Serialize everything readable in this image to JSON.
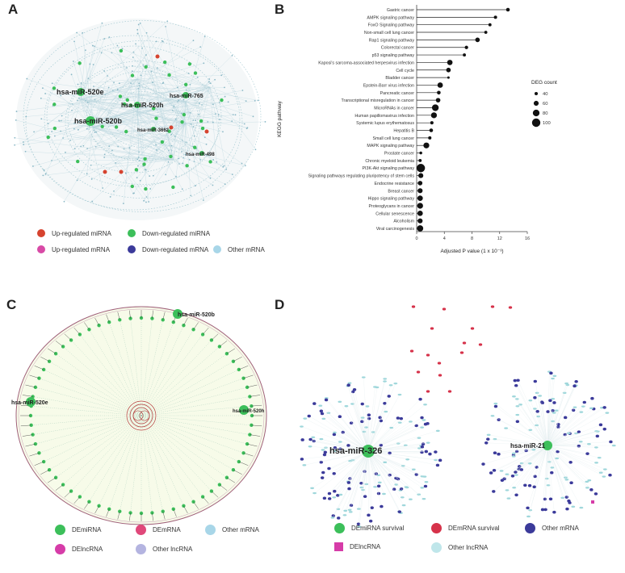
{
  "panels": {
    "A": {
      "label": "A",
      "hubs": [
        "hsa-miR-520e",
        "hsa-miR-520b",
        "hsa-miR-520h",
        "hsa-miR-765",
        "hsa-miR-3662",
        "hsa-miR-498"
      ],
      "legend": [
        {
          "label": "Up-regulated miRNA",
          "color": "#d6432f"
        },
        {
          "label": "Down-regulated miRNA",
          "color": "#3cbf5a"
        },
        {
          "label": "Up-regulated mRNA",
          "color": "#d84aa6"
        },
        {
          "label": "Down-regulated mRNA",
          "color": "#3b3a9a"
        },
        {
          "label": "Other mRNA",
          "color": "#a8d6e8"
        }
      ]
    },
    "B": {
      "label": "B",
      "legend_title": "DEG count",
      "legend_values": [
        "40",
        "60",
        "80",
        "100"
      ]
    },
    "C": {
      "label": "C",
      "hubs": [
        "hsa-miR-520b",
        "hsa-miR-520e",
        "hsa-miR-520h"
      ],
      "legend": [
        {
          "label": "DEmiRNA",
          "color": "#3cbf5a",
          "shape": "circle"
        },
        {
          "label": "DEmRNA",
          "color": "#e0487a",
          "shape": "circle"
        },
        {
          "label": "Other mRNA",
          "color": "#a8d6e8",
          "shape": "circle"
        },
        {
          "label": "DElncRNA",
          "color": "#d63ca8",
          "shape": "circle"
        },
        {
          "label": "Other lncRNA",
          "color": "#b4b4e0",
          "shape": "circle"
        }
      ]
    },
    "D": {
      "label": "D",
      "hubs": [
        "hsa-miR-326",
        "hsa-miR-21"
      ],
      "legend": [
        {
          "label": "DEmiRNA survival",
          "color": "#3cbf5a",
          "shape": "circle"
        },
        {
          "label": "DEmRNA survival",
          "color": "#d6324a",
          "shape": "circle"
        },
        {
          "label": "Other mRNA",
          "color": "#3b3a9a",
          "shape": "circle"
        },
        {
          "label": "DElncRNA",
          "color": "#d63ca8",
          "shape": "square"
        },
        {
          "label": "Other lncRNA",
          "color": "#bfe6ea",
          "shape": "circle"
        }
      ]
    }
  },
  "chart_data": {
    "type": "scatter",
    "title": "",
    "xlabel": "Adjusted P value (1 x 10⁻³)",
    "ylabel": "KEGG pathway",
    "xlim": [
      0,
      16
    ],
    "xticks": [
      "0",
      "4",
      "8",
      "12",
      "16"
    ],
    "size_legend_title": "DEG count",
    "categories": [
      "Gastric cancer",
      "AMPK signaling pathway",
      "FoxO Signaling pathway",
      "Non-small cell lung cancer",
      "Rap1 signaling pathway",
      "Colorectal cancer",
      "p53 signaling pathway",
      "Kaposi's sarcoma-associated herpesvirus infection",
      "Cell cycle",
      "Bladder cancer",
      "Epstein-Barr virus infection",
      "Pancreatic cancer",
      "Transcriptional misregulation in cancer",
      "MicroRNAs in cancer",
      "Human papillomavirus infection",
      "Systemic lupus erythematosus",
      "Hepatitis B",
      "Small cell lung cancer",
      "MAPK signaling pathway",
      "Prostate cancer",
      "Chronic myeloid leukemia",
      "PI3K-Akt signaling pathway",
      "Signaling pathways regulating pluripotency of stem cells",
      "Endocrine resistance",
      "Breast cancer",
      "Hippo signaling pathway",
      "Proteoglycans in cancer",
      "Cellular senescence",
      "Alcoholism",
      "Viral carcinogenesis"
    ],
    "x": [
      13.2,
      11.4,
      10.6,
      10.0,
      8.8,
      7.2,
      6.9,
      4.8,
      4.6,
      4.6,
      3.4,
      3.2,
      3.1,
      2.7,
      2.5,
      2.2,
      2.1,
      1.9,
      1.4,
      0.6,
      0.5,
      0.6,
      0.6,
      0.5,
      0.5,
      0.5,
      0.5,
      0.5,
      0.5,
      0.5
    ],
    "count": [
      45,
      40,
      38,
      38,
      55,
      42,
      38,
      65,
      55,
      30,
      65,
      45,
      55,
      80,
      70,
      40,
      45,
      40,
      70,
      35,
      38,
      100,
      60,
      55,
      60,
      65,
      70,
      65,
      60,
      75
    ]
  }
}
